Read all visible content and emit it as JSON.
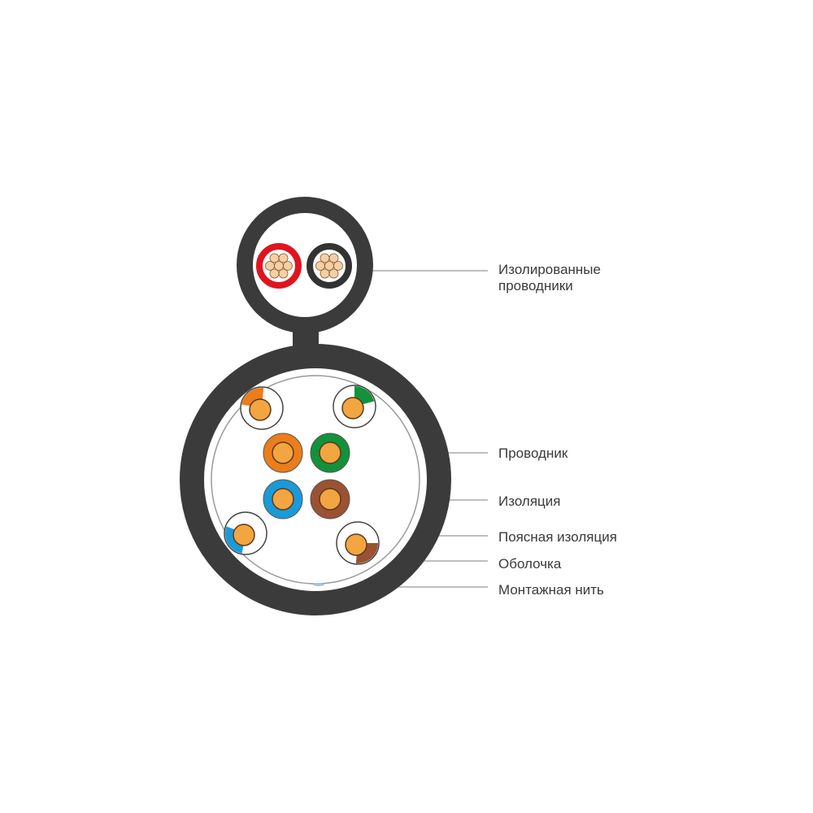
{
  "labels": {
    "insulated_conductors_line1": "Изолированные",
    "insulated_conductors_line2": "проводники",
    "conductor": "Проводник",
    "insulation": "Изоляция",
    "belt_insulation": "Поясная изоляция",
    "sheath": "Оболочка",
    "ripcord": "Монтажная нить"
  },
  "colors": {
    "sheath": "#3b3b3b",
    "copper": "#f2a540",
    "strand": "#f5cfa5",
    "red": "#e0141e",
    "orange": "#ec7d1a",
    "green": "#12923a",
    "blue": "#1a9ad8",
    "brown": "#9a5232",
    "leader": "#aaaaaa"
  }
}
